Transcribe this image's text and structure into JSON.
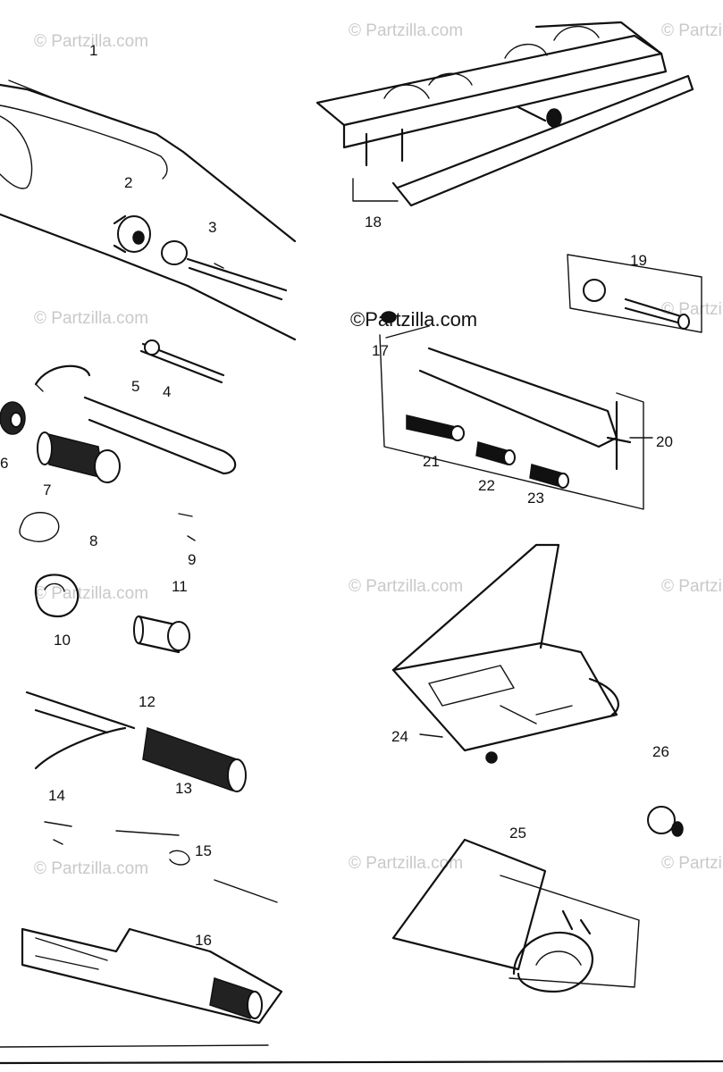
{
  "watermark": {
    "text": "© Partzilla.com",
    "center_text": "©Partzilla.com"
  },
  "parts": [
    {
      "id": "part-1",
      "label": "1"
    },
    {
      "id": "part-2",
      "label": "2"
    },
    {
      "id": "part-3",
      "label": "3"
    },
    {
      "id": "part-4",
      "label": "4"
    },
    {
      "id": "part-5",
      "label": "5"
    },
    {
      "id": "part-6",
      "label": "6"
    },
    {
      "id": "part-7",
      "label": "7"
    },
    {
      "id": "part-8",
      "label": "8"
    },
    {
      "id": "part-9",
      "label": "9"
    },
    {
      "id": "part-10",
      "label": "10"
    },
    {
      "id": "part-11",
      "label": "11"
    },
    {
      "id": "part-12",
      "label": "12"
    },
    {
      "id": "part-13",
      "label": "13"
    },
    {
      "id": "part-14",
      "label": "14"
    },
    {
      "id": "part-15",
      "label": "15"
    },
    {
      "id": "part-16",
      "label": "16"
    },
    {
      "id": "part-17",
      "label": "17"
    },
    {
      "id": "part-18",
      "label": "18"
    },
    {
      "id": "part-19",
      "label": "19"
    },
    {
      "id": "part-20",
      "label": "20"
    },
    {
      "id": "part-21",
      "label": "21"
    },
    {
      "id": "part-22",
      "label": "22"
    },
    {
      "id": "part-23",
      "label": "23"
    },
    {
      "id": "part-24",
      "label": "24"
    },
    {
      "id": "part-25",
      "label": "25"
    },
    {
      "id": "part-26",
      "label": "26"
    }
  ]
}
